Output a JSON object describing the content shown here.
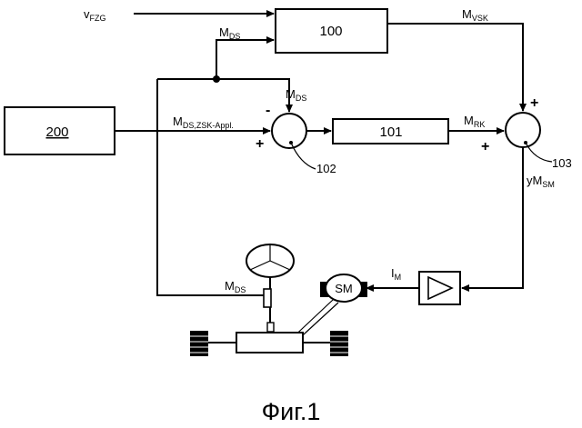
{
  "caption": "Фиг.1",
  "blocks": {
    "b100": "100",
    "b101": "101",
    "b200": "200"
  },
  "refs": {
    "r102": "102",
    "r103": "103"
  },
  "signals": {
    "v_fzg": {
      "main": "v",
      "sub": "FZG"
    },
    "m_ds_top": {
      "main": "M",
      "sub": "DS"
    },
    "m_ds_mid": {
      "main": "M",
      "sub": "DS"
    },
    "m_ds_zsk": {
      "main": "M",
      "sub": "DS,ZSK-Appl."
    },
    "m_vsk": {
      "main": "M",
      "sub": "VSK"
    },
    "m_rk": {
      "main": "M",
      "sub": "RK"
    },
    "y_m_sm": {
      "main": "yM",
      "sub": "SM"
    },
    "i_m": {
      "main": "I",
      "sub": "M"
    },
    "m_ds_bottom": {
      "main": "M",
      "sub": "DS"
    }
  },
  "signs": {
    "s102_minus": "-",
    "s102_plus": "+",
    "s103_plus_top": "+",
    "s103_plus_left": "+"
  },
  "motor_label": "SM"
}
